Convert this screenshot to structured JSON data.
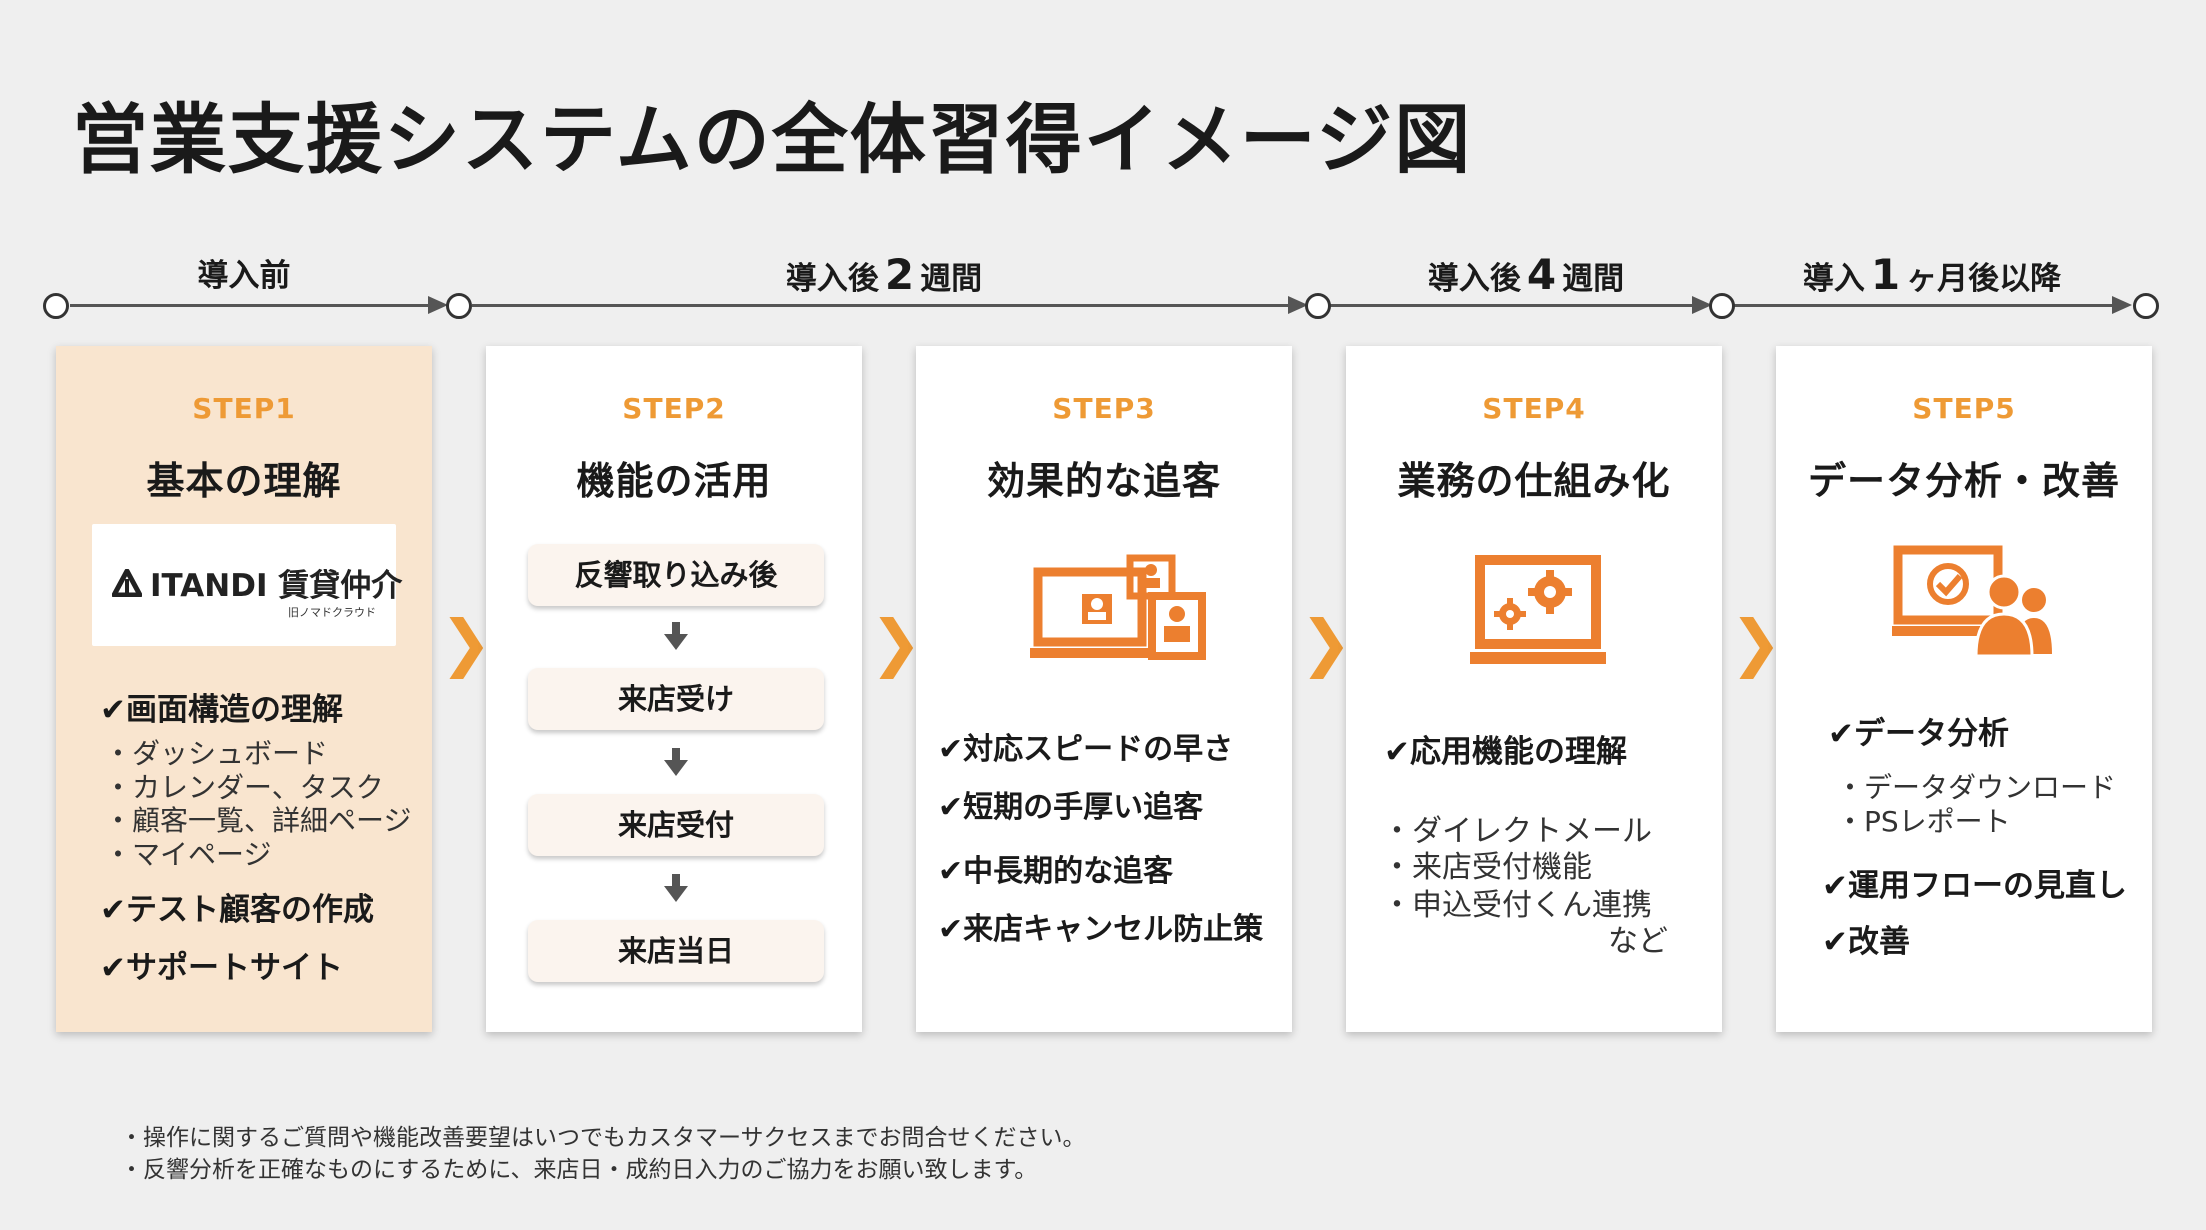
{
  "title": "営業支援システムの全体習得イメージ図",
  "timeline": {
    "phase1": {
      "label": "導入前"
    },
    "phase2": {
      "pre": "導入後",
      "num": "2",
      "post": "週間"
    },
    "phase3": {
      "pre": "導入後",
      "num": "4",
      "post": "週間"
    },
    "phase4": {
      "pre": "導入",
      "num": "1",
      "post": "ヶ月後以降"
    }
  },
  "check_mark": "✔",
  "chevron": "❯",
  "steps": [
    {
      "label": "STEP1",
      "title": "基本の理解",
      "logo": {
        "name": "ITANDI 賃貸仲介",
        "sub": "旧ノマドクラウド"
      },
      "checks": [
        "画面構造の理解",
        "テスト顧客の作成",
        "サポートサイト"
      ],
      "subs": [
        "・ダッシュボード",
        "・カレンダー、タスク",
        "・顧客一覧、詳細ページ",
        "・マイページ"
      ]
    },
    {
      "label": "STEP2",
      "title": "機能の活用",
      "flow": [
        "反響取り込み後",
        "来店受け",
        "来店受付",
        "来店当日"
      ]
    },
    {
      "label": "STEP3",
      "title": "効果的な追客",
      "icon": "devices-user-icon",
      "checks": [
        "対応スピードの早さ",
        "短期の手厚い追客",
        "中長期的な追客",
        "来店キャンセル防止策"
      ]
    },
    {
      "label": "STEP4",
      "title": "業務の仕組み化",
      "icon": "laptop-gear-icon",
      "checks": [
        "応用機能の理解"
      ],
      "subs": [
        "・ダイレクトメール",
        "・来店受付機能",
        "・申込受付くん連携",
        "など"
      ]
    },
    {
      "label": "STEP5",
      "title": "データ分析・改善",
      "icon": "monitor-team-icon",
      "checks": [
        "データ分析",
        "運用フローの見直し",
        "改善"
      ],
      "subs": [
        "・データダウンロード",
        "・PSレポート"
      ]
    }
  ],
  "footnotes": [
    "・操作に関するご質問や機能改善要望はいつでもカスタマーサクセスまでお問合せください。",
    "・反響分析を正確なものにするために、来店日・成約日入力のご協力をお願い致します。"
  ],
  "colors": {
    "accent": "#ee9a35",
    "icon": "#ec7f2f",
    "step1_bg": "#f9e5cf"
  }
}
